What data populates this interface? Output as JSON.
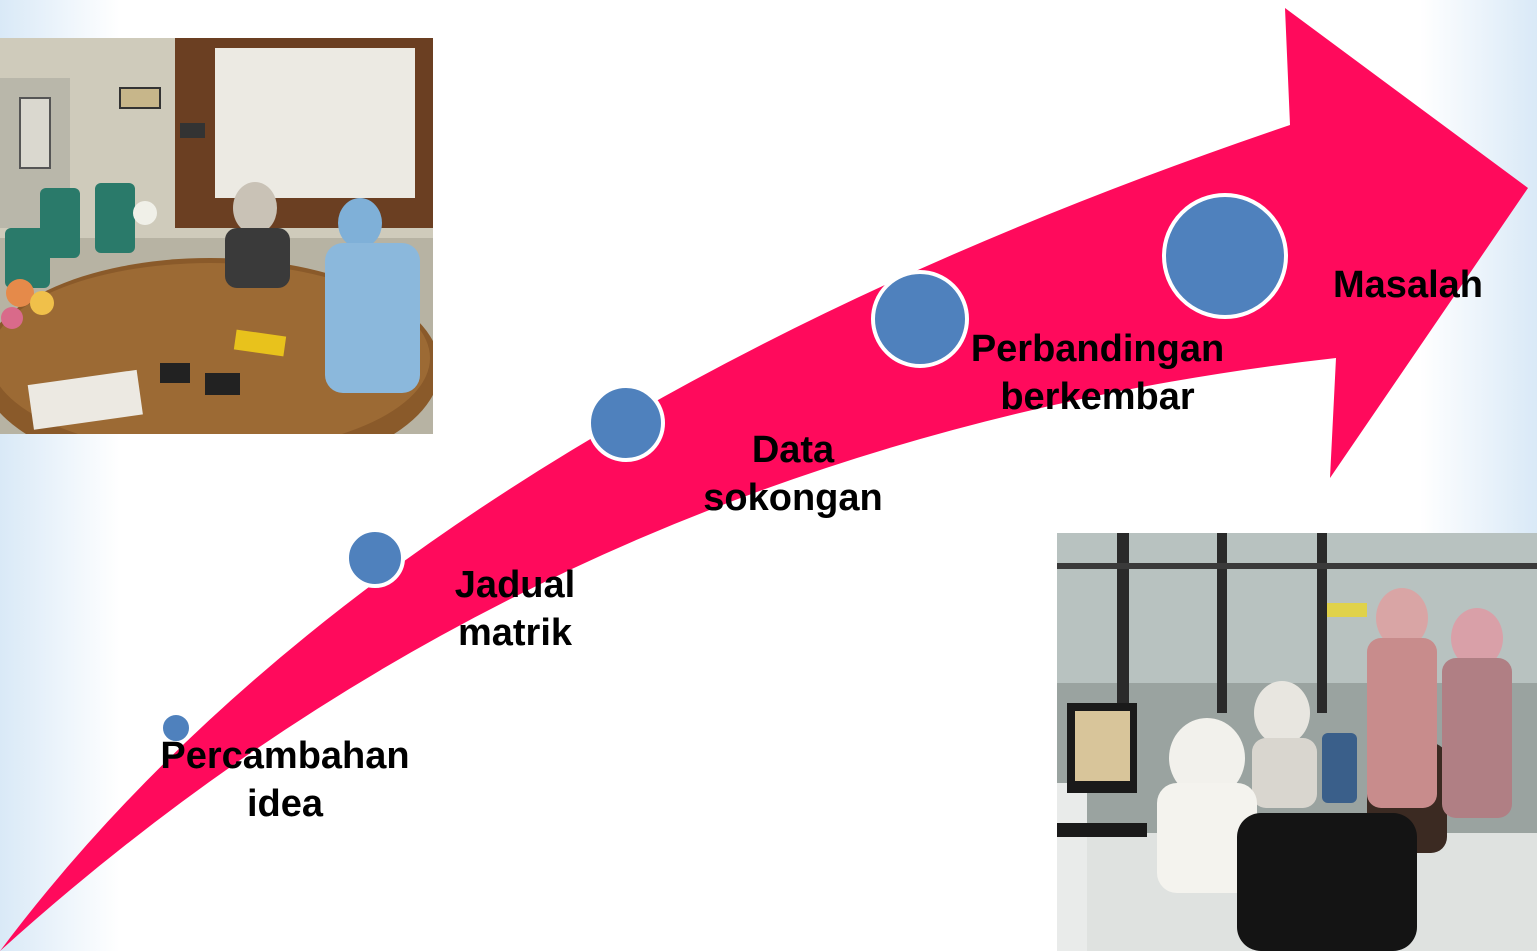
{
  "steps": [
    {
      "line1": "Percambahan",
      "line2": "idea"
    },
    {
      "line1": "Jadual",
      "line2": "matrik"
    },
    {
      "line1": "Data",
      "line2": "sokongan"
    },
    {
      "line1": "Perbandingan",
      "line2": "berkembar"
    },
    {
      "line1": "Masalah",
      "line2": ""
    }
  ],
  "colors": {
    "arrow": "#ff0a5c",
    "circle_fill": "#4f81bd",
    "circle_stroke": "#ffffff",
    "background_edge": "#d9e9f7"
  },
  "photos": [
    {
      "subject": "meeting-room-photo"
    },
    {
      "subject": "office-computer-photo"
    }
  ]
}
